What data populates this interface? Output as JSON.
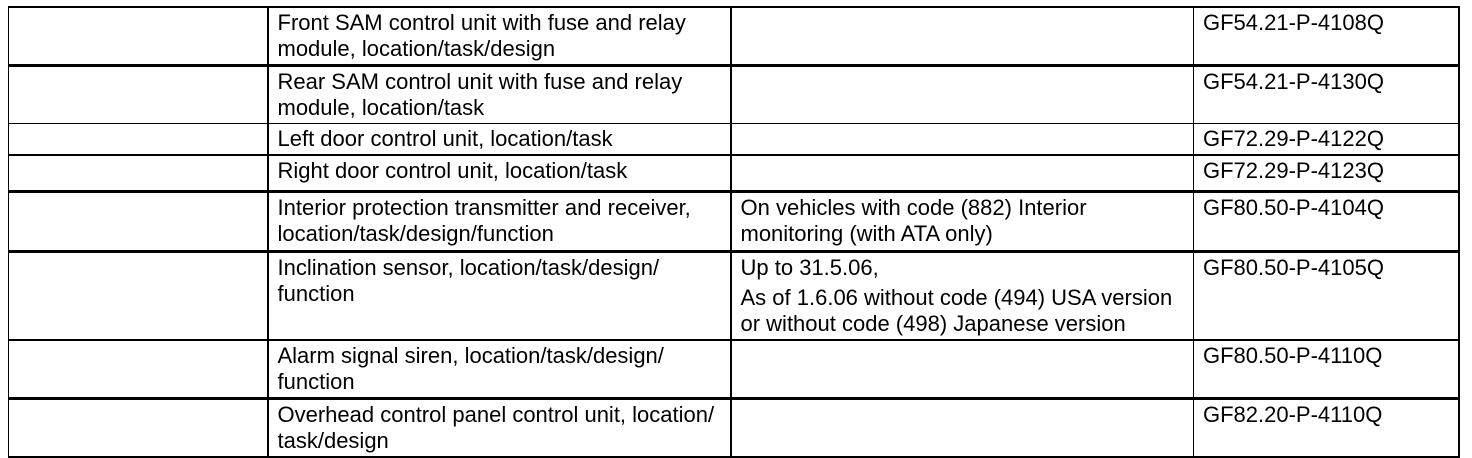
{
  "colors": {
    "border": "#000000",
    "text": "#000000",
    "background": "#ffffff"
  },
  "table": {
    "rows": [
      {
        "description_lines": [
          "Front SAM control unit with fuse and relay",
          "module, location/task/design"
        ],
        "note_lines": [],
        "code": "GF54.21-P-4108Q"
      },
      {
        "description_lines": [
          "Rear SAM control unit with fuse and relay",
          "module, location/task"
        ],
        "note_lines": [],
        "code": "GF54.21-P-4130Q"
      },
      {
        "description_lines": [
          "Left door control unit, location/task"
        ],
        "note_lines": [],
        "code": "GF72.29-P-4122Q"
      },
      {
        "description_lines": [
          "Right door control unit, location/task"
        ],
        "note_lines": [],
        "code": "GF72.29-P-4123Q"
      },
      {
        "description_lines": [
          "Interior protection transmitter and receiver,",
          "location/task/design/function"
        ],
        "note_lines": [
          "On vehicles with code (882) Interior",
          "monitoring (with ATA only)"
        ],
        "code": "GF80.50-P-4104Q"
      },
      {
        "description_lines": [
          "Inclination sensor, location/task/design/",
          "function"
        ],
        "note_lines": [
          "Up to 31.5.06,",
          "As of 1.6.06 without code (494) USA version",
          "or without code (498) Japanese version"
        ],
        "code": "GF80.50-P-4105Q"
      },
      {
        "description_lines": [
          "Alarm signal siren, location/task/design/",
          "function"
        ],
        "note_lines": [],
        "code": "GF80.50-P-4110Q"
      },
      {
        "description_lines": [
          "Overhead control panel control unit, location/",
          "task/design"
        ],
        "note_lines": [],
        "code": "GF82.20-P-4110Q"
      }
    ]
  }
}
